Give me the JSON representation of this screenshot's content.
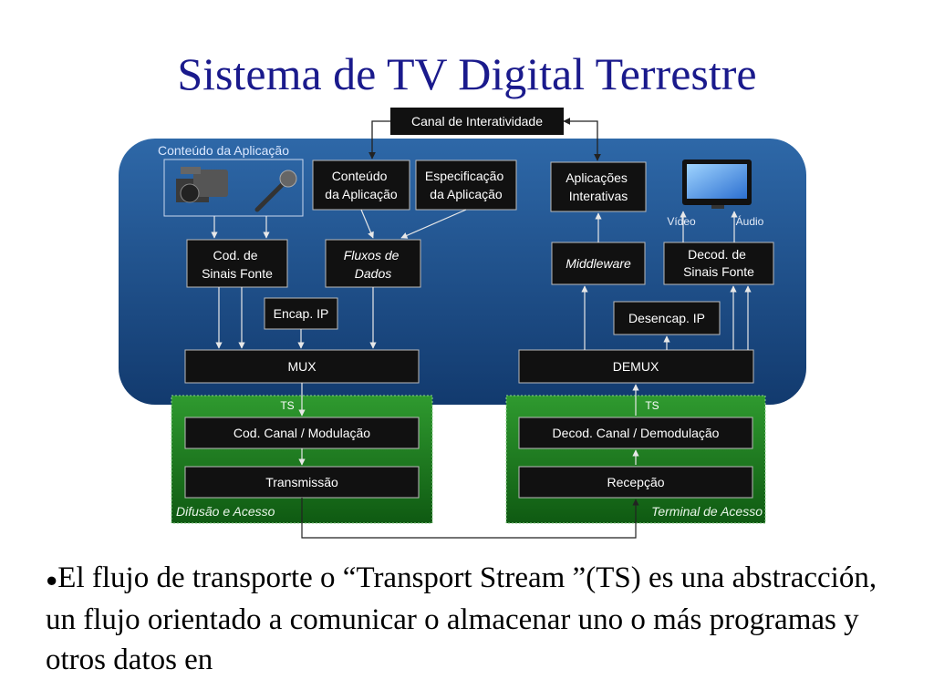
{
  "title": "Sistema de TV Digital Terrestre",
  "diagram": {
    "canal_interatividade": "Canal de Interatividade",
    "app_region": "Conteúdo da Aplicação",
    "conteudo_app": [
      "Conteúdo",
      "da Aplicação"
    ],
    "especificacao_app": [
      "Especificação",
      "da Aplicação"
    ],
    "cod_sinais": [
      "Cod. de",
      "Sinais Fonte"
    ],
    "fluxos_dados": [
      "Fluxos de",
      "Dados"
    ],
    "encap_ip": "Encap. IP",
    "mux": "MUX",
    "aplicacoes_interativas": [
      "Aplicações",
      "Interativas"
    ],
    "video": "Vídeo",
    "audio": "Áudio",
    "middleware": "Middleware",
    "decod_sinais": [
      "Decod. de",
      "Sinais Fonte"
    ],
    "desencap_ip": "Desencap. IP",
    "demux": "DEMUX",
    "ts_left": "TS",
    "ts_right": "TS",
    "cod_canal": "Cod. Canal / Modulação",
    "transmissao": "Transmissão",
    "difusao": "Difusão e Acesso",
    "decod_canal": "Decod. Canal / Demodulação",
    "recepcao": "Recepção",
    "terminal": "Terminal de Acesso"
  },
  "paragraph": {
    "bullet": "●",
    "text": "El flujo de transporte o “Transport Stream ”(TS) es una abstracción, un flujo orientado a comunicar o almacenar uno o más programas y otros datos en"
  }
}
